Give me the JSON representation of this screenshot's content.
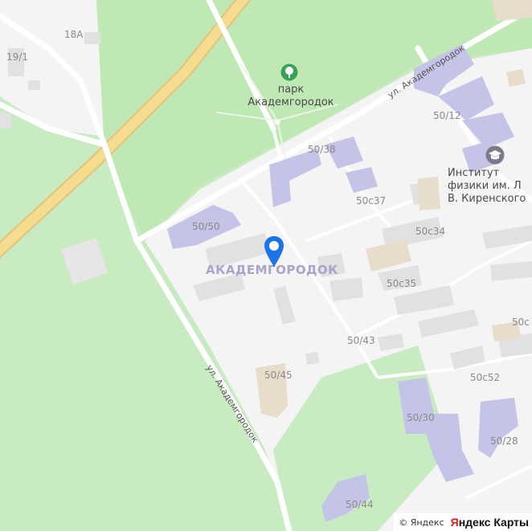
{
  "map": {
    "colors": {
      "forest": "#c8ebc2",
      "park": "#bde8b3",
      "urban": "#f4f4f4",
      "road": "#ffffff",
      "highway": "#f5d98b",
      "building": "#e4e4e4",
      "institute_building": "#c4c3e8",
      "pin": "#1a73e8"
    },
    "labels": {
      "house_18a": "18А",
      "house_19_1": "19/1",
      "park_name": "парк\nАкадемгородок",
      "street_top": "ул. Академгородок",
      "street_bottom": "ул. Академгородок",
      "b_50_12": "50/12",
      "b_50_38": "50/38",
      "b_50s37": "50с37",
      "b_50_50": "50/50",
      "b_50s34": "50с34",
      "b_50s35": "50с35",
      "b_50s_cut": "50с",
      "b_50_43": "50/43",
      "b_50_45": "50/45",
      "b_50s52": "50с52",
      "b_50_30": "50/30",
      "b_50_28": "50/28",
      "b_50_44": "50/44",
      "district": "АКАДЕМГОРОДОК",
      "institute": "Институт\nфизики им. Л\nВ. Киренского"
    },
    "icons": {
      "park": "tree-icon",
      "institute": "graduation-cap-icon",
      "marker": "location-pin-icon"
    },
    "footer": {
      "copyright": "© Яндекс",
      "logo_first_letter": "Я",
      "logo_rest": "ндекс Карты"
    }
  }
}
